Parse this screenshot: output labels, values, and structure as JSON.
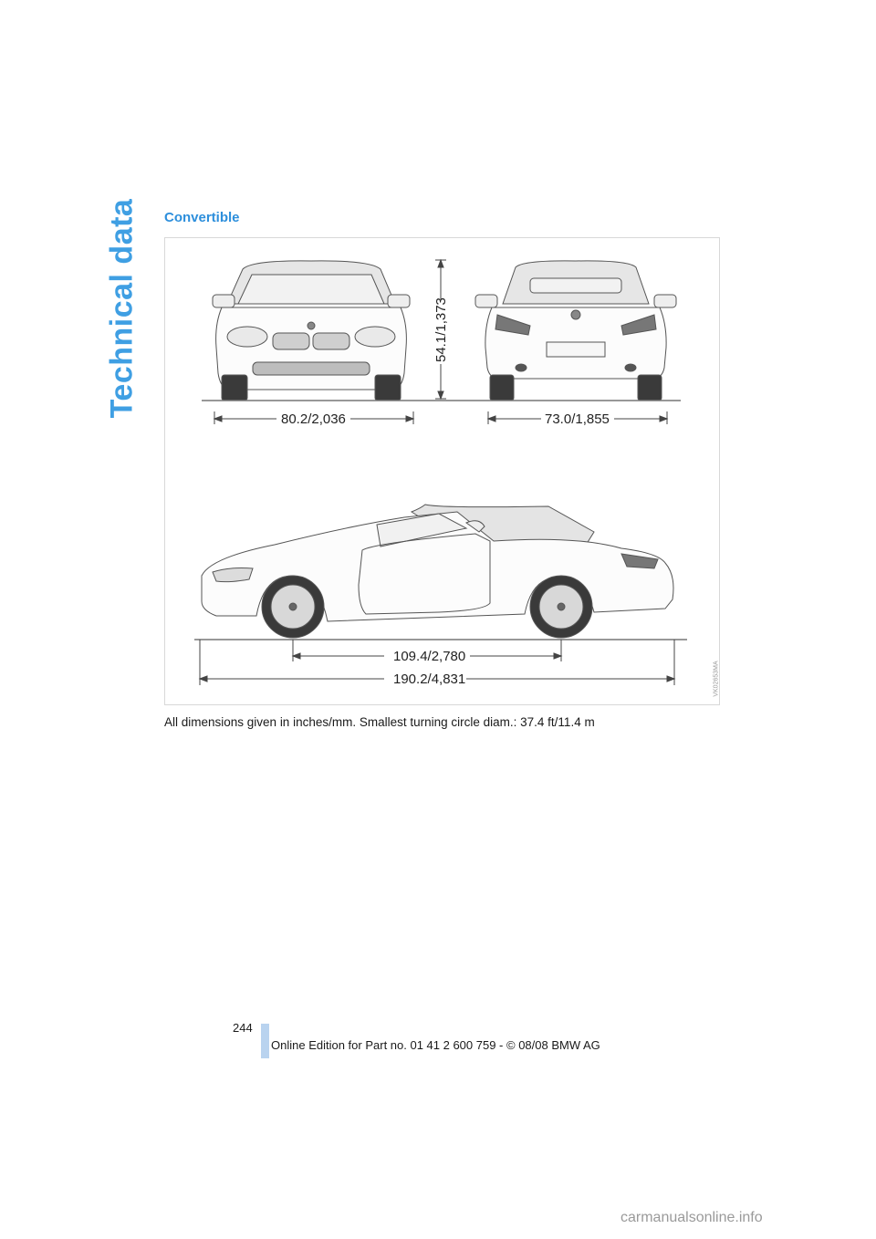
{
  "sidebar": {
    "section_title": "Technical data"
  },
  "section": {
    "heading": "Convertible"
  },
  "figure": {
    "dimensions": {
      "height": "54.1/1,373",
      "width_front": "80.2/2,036",
      "width_rear": "73.0/1,855",
      "wheelbase": "109.4/2,780",
      "length": "190.2/4,831"
    },
    "code": "VK02653MA"
  },
  "caption": "All dimensions given in inches/mm. Smallest turning circle diam.: 37.4 ft/11.4 m",
  "footer": {
    "page_number": "244",
    "edition": "Online Edition for Part no. 01 41 2 600 759 - © 08/08 BMW AG"
  },
  "watermark": "carmanualsonline.info"
}
